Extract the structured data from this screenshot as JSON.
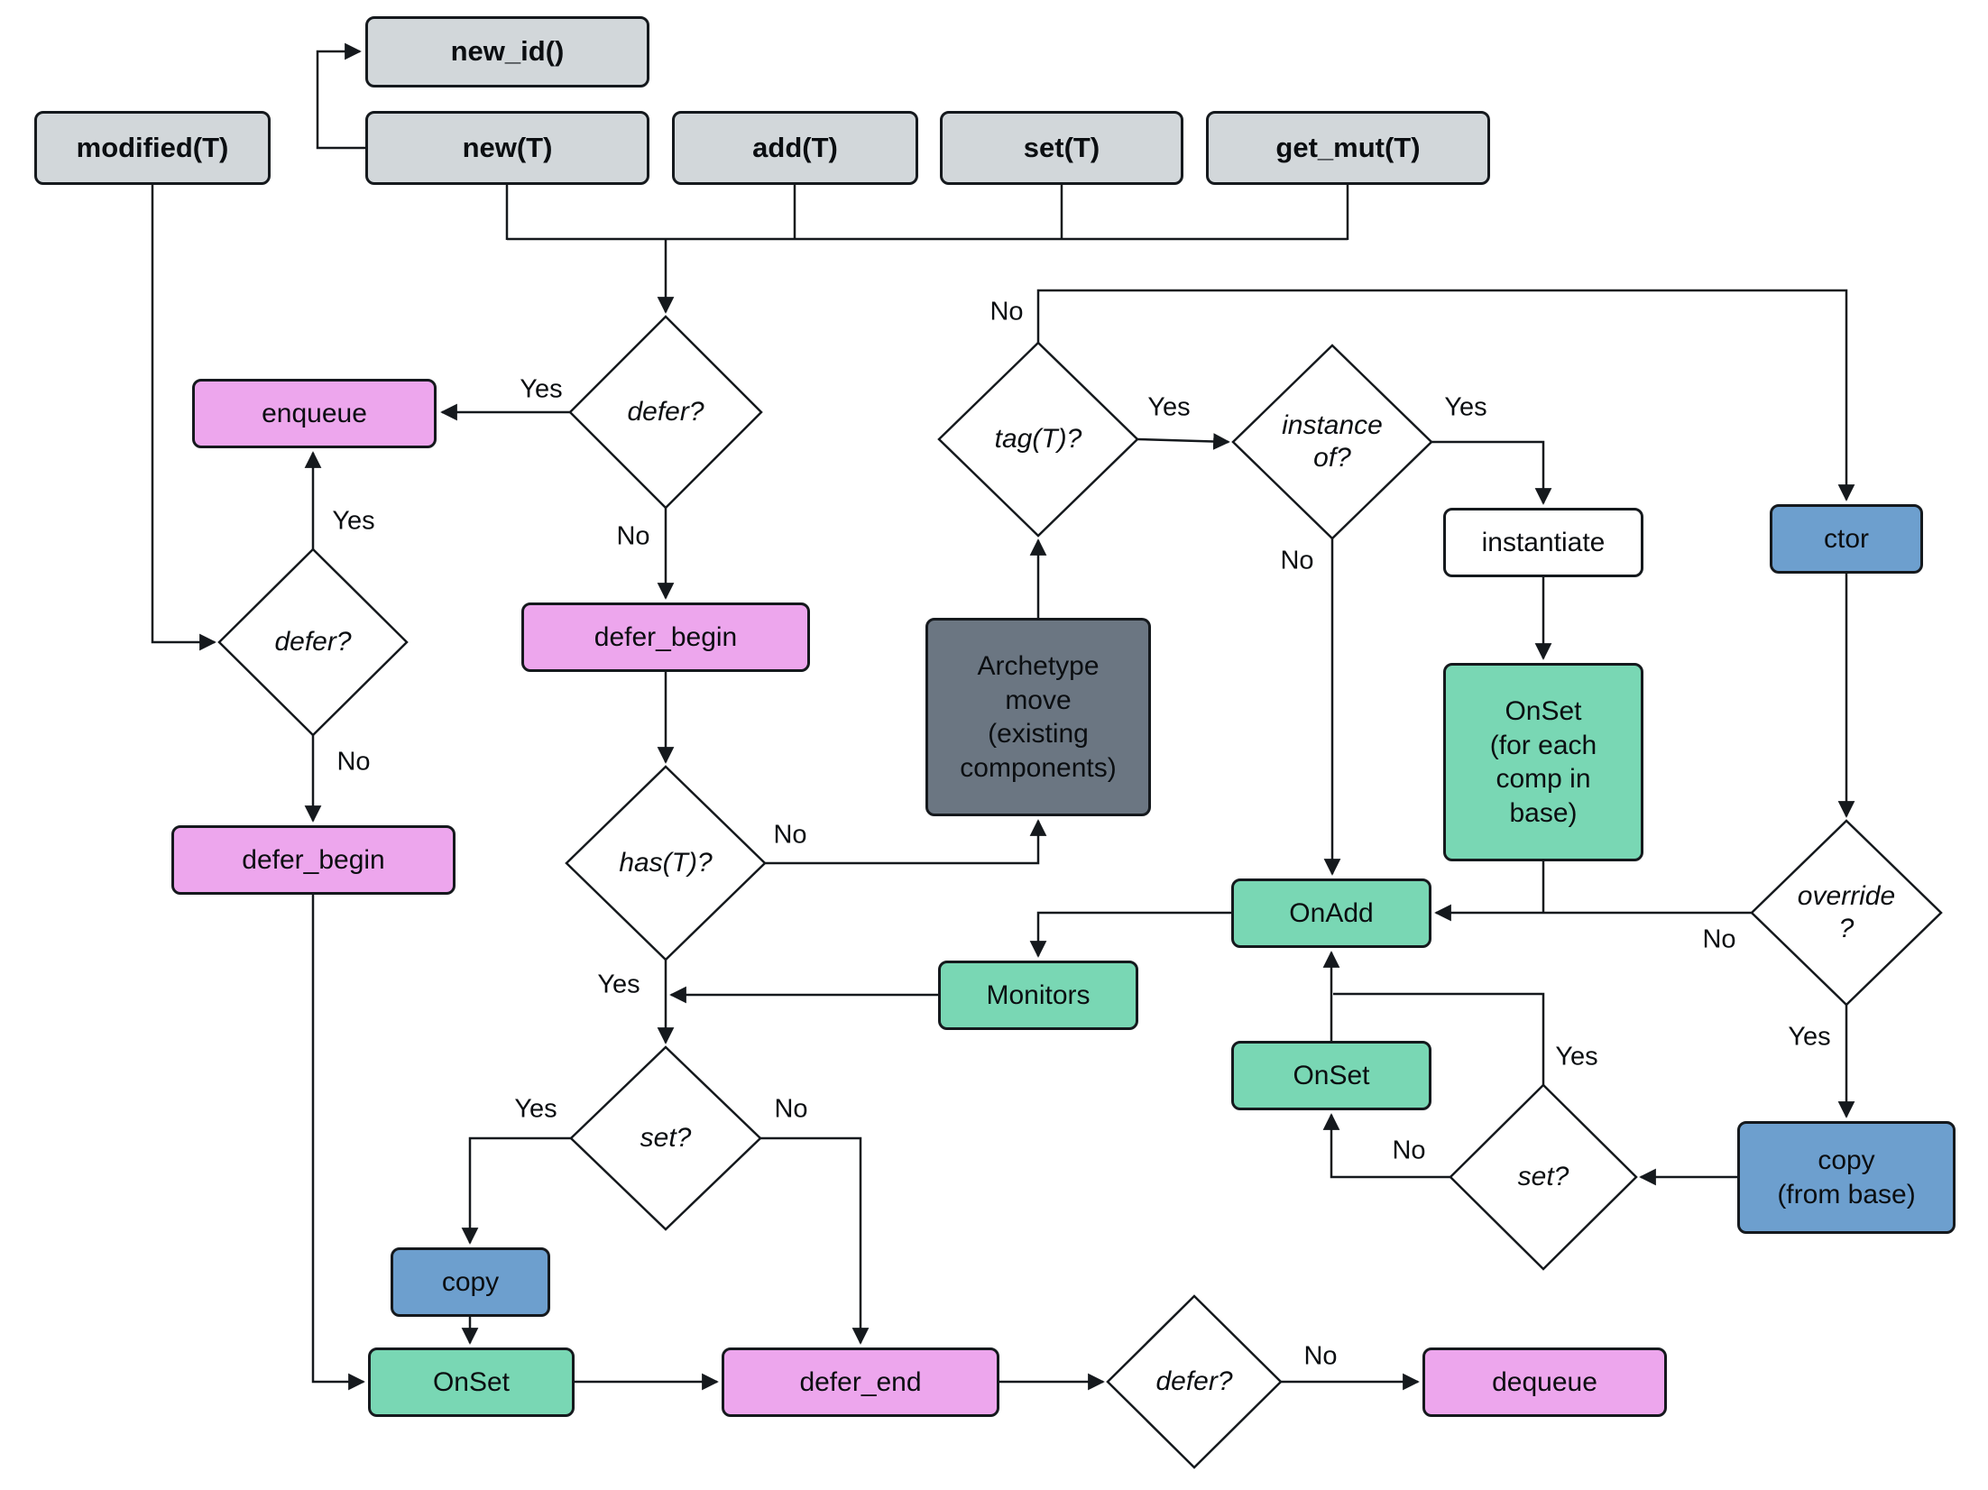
{
  "labels": {
    "yes": "Yes",
    "no": "No"
  },
  "operations": {
    "modified": "modified(T)",
    "new_id": "new_id()",
    "new": "new(T)",
    "add": "add(T)",
    "set": "set(T)",
    "get_mut": "get_mut(T)"
  },
  "nodes": {
    "enqueue": "enqueue",
    "defer_begin_left": "defer_begin",
    "defer_begin_mid": "defer_begin",
    "defer_end": "defer_end",
    "dequeue": "dequeue",
    "archetype_move": "Archetype\nmove\n(existing\ncomponents)",
    "instantiate": "instantiate",
    "onset_base": "OnSet\n(for each\ncomp in\nbase)",
    "onadd": "OnAdd",
    "monitors": "Monitors",
    "onset_right": "OnSet",
    "onset_bottom": "OnSet",
    "ctor": "ctor",
    "copy": "copy",
    "copy_from_base": "copy\n(from base)"
  },
  "decisions": {
    "defer_top": "defer?",
    "defer_left": "defer?",
    "tag": "tag(T)?",
    "instance_of": "instance\nof?",
    "has": "has(T)?",
    "set_left": "set?",
    "override": "override\n?",
    "set_right": "set?",
    "defer_bottom": "defer?"
  },
  "colors": {
    "operation_fill": "#d2d7da",
    "queue_fill": "#eda6ed",
    "hook_fill": "#79d7b4",
    "ctor_copy_fill": "#6d9fce",
    "archetype_fill": "#6b7682",
    "stroke": "#15191d"
  }
}
